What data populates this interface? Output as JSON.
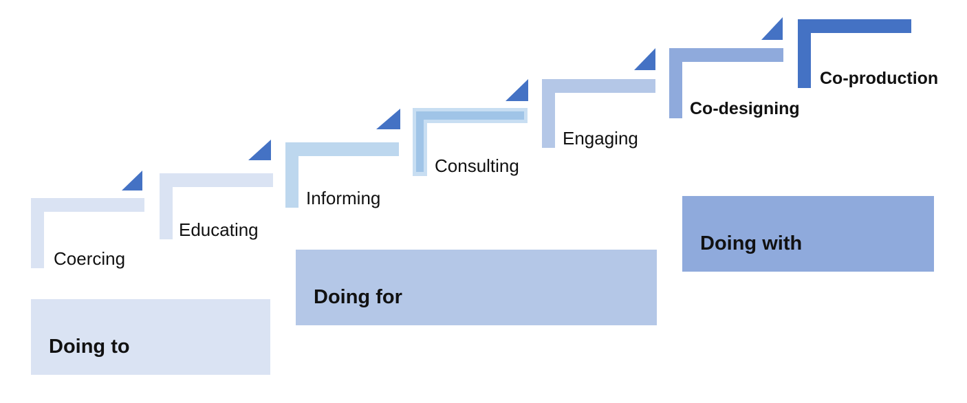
{
  "diagram": {
    "type": "staircase-engagement-ladder",
    "steps": [
      {
        "label": "Coercing",
        "color": "#dae3f3",
        "bold": false
      },
      {
        "label": "Educating",
        "color": "#dae3f3",
        "bold": false
      },
      {
        "label": "Informing",
        "color": "#bdd7ee",
        "bold": false
      },
      {
        "label": "Consulting",
        "color": "#a0c4e7",
        "outline_color": "#c8def2",
        "bold": false
      },
      {
        "label": "Engaging",
        "color": "#b4c7e7",
        "bold": false
      },
      {
        "label": "Co-designing",
        "color": "#8faadc",
        "bold": true
      },
      {
        "label": "Co-production",
        "color": "#4472c4",
        "bold": true
      }
    ],
    "phases": [
      {
        "label": "Doing to",
        "color": "#dae3f3",
        "covers_steps": [
          "Coercing",
          "Educating"
        ]
      },
      {
        "label": "Doing for",
        "color": "#b4c7e7",
        "covers_steps": [
          "Informing",
          "Consulting",
          "Engaging"
        ]
      },
      {
        "label": "Doing with",
        "color": "#8faadc",
        "covers_steps": [
          "Co-designing",
          "Co-production"
        ]
      }
    ],
    "arrow": {
      "icon": "triangle-up-right-icon",
      "color": "#4472c4",
      "count": 6
    },
    "text_color": "#111111",
    "background_color": "#ffffff"
  }
}
